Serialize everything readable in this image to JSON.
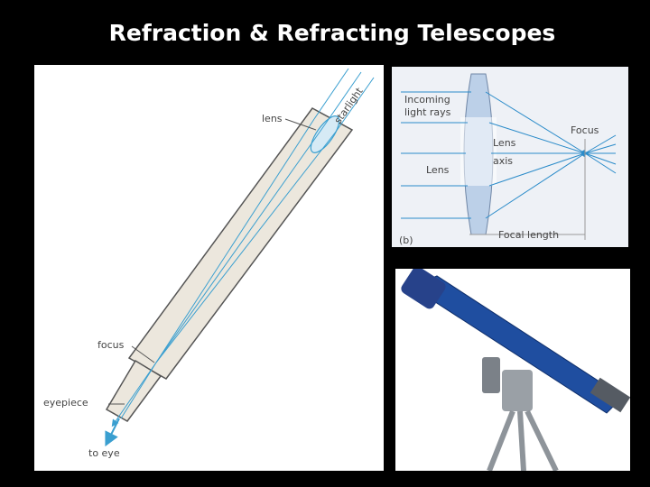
{
  "slide": {
    "title": "Refraction & Refracting Telescopes"
  },
  "left_diagram": {
    "labels": {
      "lens": "lens",
      "starlight": "starlight",
      "focus": "focus",
      "eyepiece": "eyepiece",
      "to_eye": "to eye"
    },
    "colors": {
      "tube": "#ece7dd",
      "outline": "#555555",
      "ray": "#3a9fd0"
    }
  },
  "right_top_diagram": {
    "labels": {
      "incoming_line1": "Incoming",
      "incoming_line2": "light rays",
      "lens": "Lens",
      "lens_axis_line1": "Lens",
      "lens_axis_line2": "axis",
      "focus": "Focus",
      "focal_length": "Focal length",
      "panel_tag": "(b)"
    },
    "colors": {
      "lens": "#bcd0e8",
      "ray": "#2a8bc9",
      "background": "#eef1f6"
    }
  },
  "right_bottom_photo": {
    "icon": "telescope-photo-icon",
    "colors": {
      "tube": "#1f4ea0",
      "mount": "#9aa0a6"
    }
  }
}
